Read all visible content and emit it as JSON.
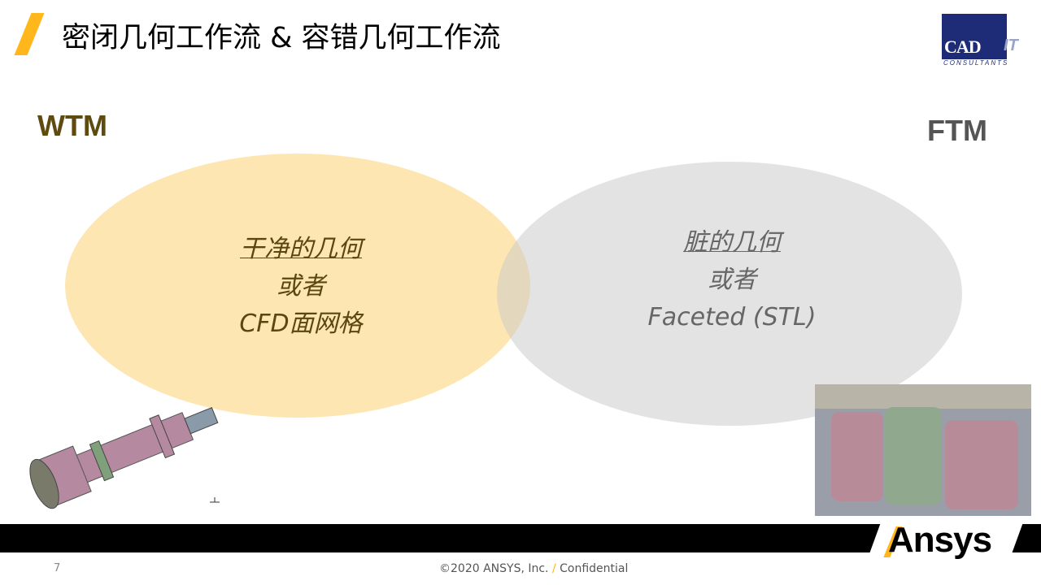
{
  "title": "密闭几何工作流 & 容错几何工作流",
  "logo_cad": {
    "main": "CAD",
    "it": "IT",
    "sub": "CONSULTANTS"
  },
  "wtm": "WTM",
  "ftm": "FTM",
  "left_ellipse": {
    "line1": "干净的几何",
    "line2": "或者",
    "line3": "CFD面网格"
  },
  "right_ellipse": {
    "line1": "脏的几何",
    "line2": "或者",
    "line3": "Faceted (STL)"
  },
  "footer": {
    "page": "7",
    "copyright": "©2020 ANSYS, Inc.",
    "slash": "/",
    "confidential": "Confidential",
    "brand": "Ansys"
  },
  "colors": {
    "accent": "#ffb71b",
    "wtm": "#5f4a10",
    "ftm": "#555555"
  }
}
